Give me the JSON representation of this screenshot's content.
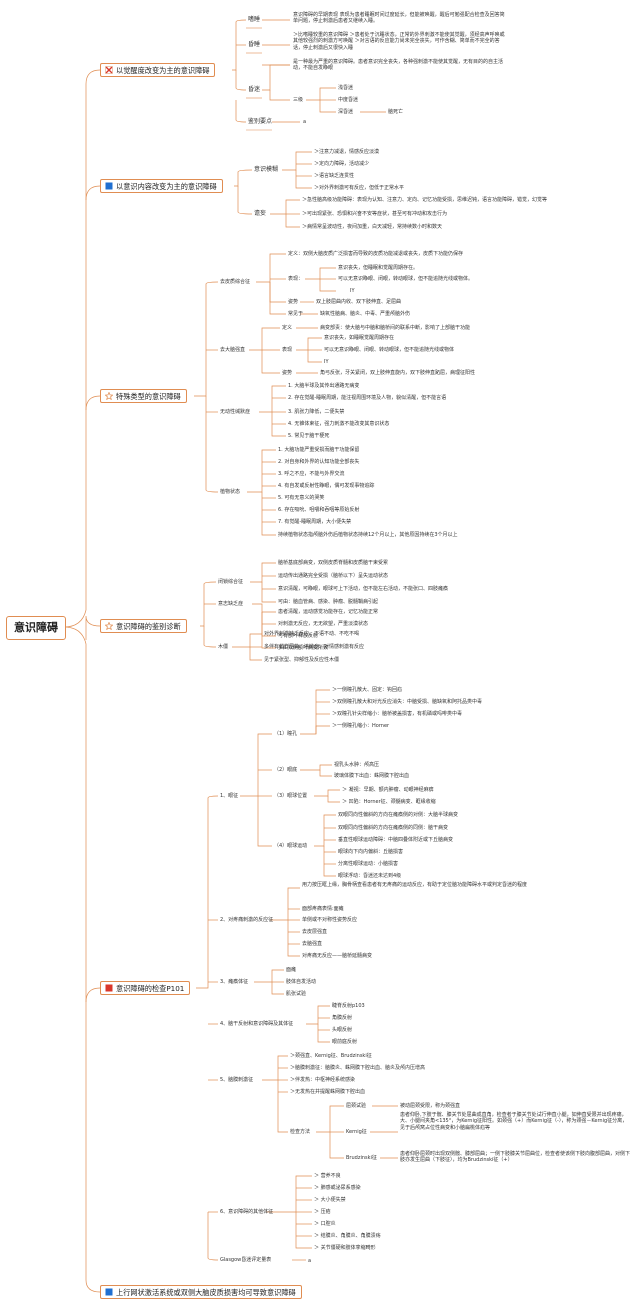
{
  "root": "意识障碍",
  "colors": {
    "line": "#e08d52",
    "flag_red": "#d9372b",
    "flag_blue": "#1f6fd1",
    "star": "#e08d52"
  },
  "topics": [
    {
      "label": "以觉醒度改变为主的意识障碍",
      "icon": "cross-icon"
    },
    {
      "label": "以意识内容改变为主的意识障碍",
      "icon": "blue-flag-icon"
    },
    {
      "label": "特殊类型的意识障碍",
      "icon": "star-icon"
    },
    {
      "label": "意识障碍的鉴别诊断",
      "icon": "star-icon"
    },
    {
      "label": "意识障碍的检查P101",
      "icon": "red-flag-icon"
    },
    {
      "label": "上行网状激活系统或双侧大脑皮质损害均可导致意识障碍",
      "icon": "blue-flag-icon"
    }
  ],
  "t1": {
    "n1": "嗜睡",
    "n1_text": "意识障碍的早期表现 表现为患者睡眠时间过度延长，但能被唤醒，醒后可勉强配合检查及回答简单问题，停止刺激后患者又继续入睡。",
    "n2": "昏睡",
    "n2_text": "＞比嗜睡较重的意识障碍 ＞患者处于沉睡状态，正常的外界刺激不能使其觉醒，须经高声呼唤或其他较强烈的刺激方可唤醒 ＞对言语的反应能力尚未完全丧失，可作含糊、简单而不完全的答话，停止刺激后又很快入睡",
    "n3": "昏迷",
    "n3_text": "是一种最为严重的意识障碍。患者意识完全丧失，各种强刺激不能使其觉醒，无有目的的自主活动，不能自发睁眼",
    "n3_grade": "三级",
    "g1": "浅昏迷",
    "g2": "中度昏迷",
    "g3": "深昏迷",
    "g3_extra": "脑死亡",
    "n4": "鉴别要点",
    "n4_mark": "a"
  },
  "t2": {
    "n1": "意识模糊",
    "n1_items": [
      "＞注意力减退，情感反应淡漠",
      "＞定向力障碍，活动减少",
      "＞语言缺乏连贯性",
      "＞对外界刺激可有反应，但低于正常水平"
    ],
    "n2": "谵妄",
    "n2_items": [
      "＞急性脑高级功能障碍：表现为认知、注意力、定向、记忆功能受损，思维迟钝，语言功能障碍，错觉，幻觉等",
      "＞可出现紧张、恐惧和兴奋不安等症状，甚至可有冲动和攻击行为",
      "＞病情常呈波动性，夜间加重，白天减轻，常持续数小时和数天"
    ]
  },
  "t3": {
    "a": "去皮质综合征",
    "a_def": "定义：双侧大脑皮质广泛损害而导致的皮质功能减退或丧失，皮质下功能仍保存",
    "a_bx": "表现：",
    "a_bx_items": [
      "意识丧失，但睡眠和觉醒周期存在。",
      "可以无意识睁眼、闭眼，转动眼球，但不能追随光线或物体。",
      "IY"
    ],
    "a_zs": "姿势",
    "a_zs_text": "双上肢屈曲内收、双下肢伸直、足屈曲",
    "a_cj": "常见于",
    "a_cj_text": "缺氧性脑病、脑炎、中毒、严重颅脑外伤",
    "b": "去大脑强直",
    "b_def": "定义",
    "b_def_text": "病变部责：使大脑与中脑和脑桥间的联系中断，影响了上部脑干功能",
    "b_bx": "表现",
    "b_bx_items": [
      "意识丧失，如睡眠觉醒周期存在",
      "可以无意识睁眼、闭眼、转动眼球，但不能追随光线或物体",
      "IY"
    ],
    "b_zs": "姿势",
    "b_zs_text": "角弓反张，牙关紧闭，双上肢伸直旋内，双下肢伸直跖屈，病理征阳性",
    "c": "无动性缄默症",
    "c_items": [
      "1. 大脑半球及其传出通路无病变",
      "2. 存在觉醒-睡眠周期，能注视周围环境及人物，貌似清醒，但不能言语",
      "3. 肌张力降低，二便失禁",
      "4. 无锥体束征，强力刺激不能改变其意识状态",
      "5. 常见于脑干梗死"
    ],
    "d": "植物状态",
    "d_items": [
      "1. 大脑功能严重受损而脑干功能保留",
      "2. 对自身和外界的认知功能全部丧失",
      "3. 呼之不应，不能与外界交流",
      "4. 有自发或反射性睁眼，偶可发现事物追踪",
      "5. 可有无意义的哭笑",
      "6. 存在吸吮、咀嚼和吞咽等原始反射",
      "7. 有觉醒-睡眠周期，大小便失禁"
    ],
    "d_note": "持续植物状态指颅脑外伤后植物状态持续12个月以上，其他原因持续在3个月以上"
  },
  "t4": {
    "a": "闭锁综合征",
    "a_items": [
      "脑桥基底部病变，双侧皮质脊髓和皮质脑干束受累",
      "运动传出通路完全受损（脑桥以下）呈失运动状态",
      "意识清醒，可睁眼，眼球可上下活动，但不能左右活动，不能张口、四肢瘫痪",
      "可由：脑血管病、感染、肿瘤、脱髓鞘病引起"
    ],
    "b": "意志缺乏症",
    "b_items": [
      "患者清醒，运动感觉功能存在，记忆功能正常",
      "对刺激无反应，无无欲望，严重淡漠状态",
      "可有额叶释放反射",
      "多由双侧额叶病变所致"
    ],
    "c": "木僵",
    "c_items": [
      "对外界刺激缺乏反应，不语不动、不吃不喝",
      "多伴有蜡样屈曲、违拗症、对情感刺激有反应",
      "见于紧张型、抑郁性及反应性木僵"
    ]
  },
  "t5": {
    "s1": "1、眼征",
    "s1a": "（1）瞳孔",
    "s1a_items": [
      "＞一侧瞳孔散大、固定：钩回疝",
      "＞双侧瞳孔散大和对光反应消失：中脑受损、脑缺氧和阿托品类中毒",
      "＞双瞳孔针尖样缩小：脑桥被盖损害，有机磷或吗啡类中毒",
      "＞一侧瞳孔缩小：Horner"
    ],
    "s1b": "（2）眼底",
    "s1b_items": [
      "视乳头水肿：颅高压",
      "玻璃体膜下出血：蛛网膜下腔出血"
    ],
    "s1c": "（3）眼球位置",
    "s1c_items": [
      "＞ 凝视：早期、额内肿瘤、动眼神经麻痹",
      "＞ 凹陷：Horner征、颈髓病变、眶缘收缩"
    ],
    "s1d": "（4）眼球运动",
    "s1d_items": [
      "双眼同向性偏斜的方向在瘫痪侧的对侧：大脑半球病变",
      "双眼同向性偏斜的方向在瘫痪侧的同侧：脑干病变",
      "垂直性眼球运动障碍：中脑四叠体附近或下丘脑病变",
      "眼球向下向内偏斜：丘脑损害",
      "分离性眼球运动：小脑损害",
      "眼球浮动：昏迷还未达到4级"
    ],
    "s2": "2、对疼痛刺激的反应征",
    "s2_items": [
      "用力按压眶上缘，胸骨柄查看患者有无疼痛的运动反应，有助于定位脑功能障碍水平或判定昏迷的程度",
      "面部疼痛表情:面瘫",
      "单侧或不对称性姿势反应",
      "去皮层强直",
      "去脑强直",
      "对疼痛无反应——脑桥延髓病变"
    ],
    "s3": "3、瘫痪体征",
    "s3_items": [
      "面瘫",
      "肢体自发活动",
      "肌张试验"
    ],
    "s4": "4、脑干反射和意识障碍及其体征",
    "s4_items": [
      "睫脊反射p103",
      "角膜反射",
      "头眼反射",
      "眼前庭反射"
    ],
    "s5": "5、脑膜刺激征",
    "s5_items": [
      "＞颈强直、Kernig征、Brudzinski征",
      "＞脑膜刺激征：脑膜炎、蛛网膜下腔出血、脑炎及颅内压增高",
      "＞伴发热：中枢神经系统感染",
      "＞无发热在并提醒蛛网膜下腔出血"
    ],
    "s5m": "检查方法",
    "s5m_a": "屈颈试验",
    "s5m_a_text": "被动屈颈受限，称为颈强直",
    "s5m_b": "Kernig征",
    "s5m_b_text": "患者仰卧,下肢于髋、膝关节处屈曲成直角，检查者于膝关节处试行伸直小腿，如伸直受限并出现疼痛，大、小腿间夹角<135°，为Kernig征阳性。如颈强（+）而Kernig征（-），称为颈强－Kernig征分离，见于后颅窝占位性病变和小脑扁桃体疝等",
    "s5m_c": "Brudzinski征",
    "s5m_c_text": "患者仰卧屈颈时出现双侧髋、膝部屈曲；一侧下肢膝关节屈曲位，检查者使该侧下肢向腹部屈曲，对侧下肢亦发生屈曲（下肢征），均为Brudzinski征（+）",
    "s6": "6、意识障碍的其他体征",
    "s6_items": [
      "＞ 营养不良",
      "＞ 肺感或泌尿系感染",
      "＞ 大小便失禁",
      "＞ 压疮",
      "＞ 口腔炎",
      "＞ 结膜炎、角膜炎、角膜溃疡",
      "＞ 关节僵硬和肢体挛缩畸形"
    ],
    "s7": "Glasgow昏迷评定量表",
    "s7_mark": "a"
  }
}
